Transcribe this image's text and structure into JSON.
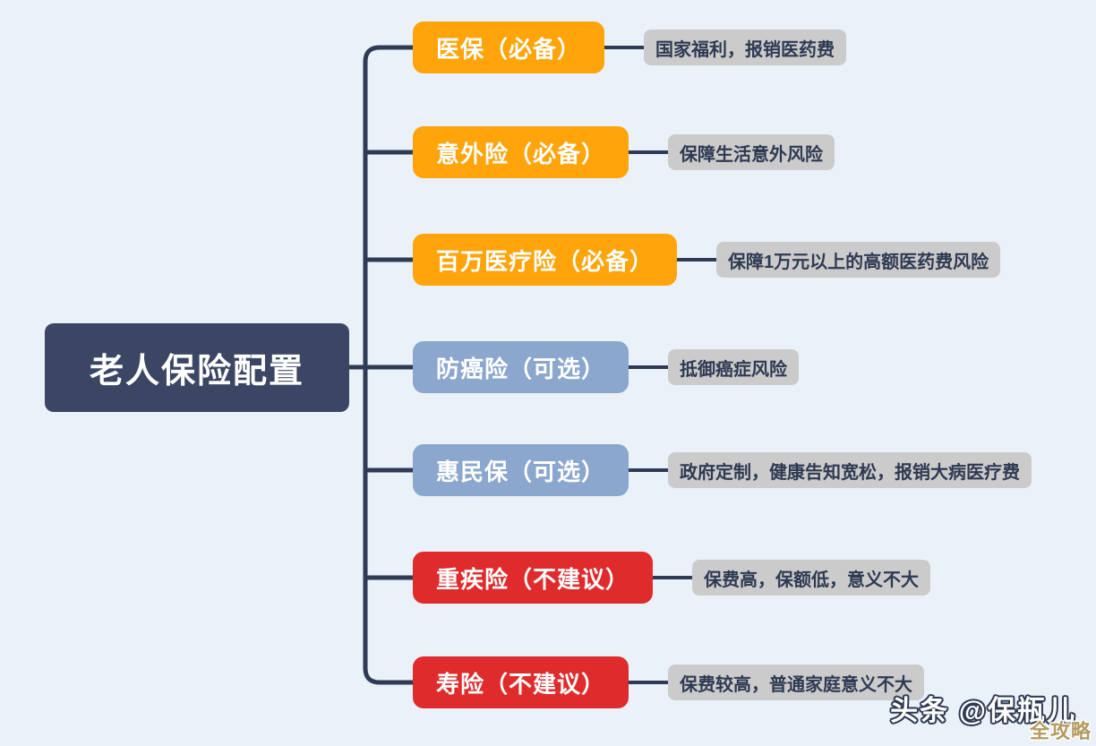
{
  "root": {
    "label": "老人保险配置",
    "bg": "#3A4663",
    "text_color": "#FFFFFF"
  },
  "branches": [
    {
      "label": "医保（必备）",
      "note": "国家福利，报销医药费",
      "category": "必备",
      "color": "#FFA40A"
    },
    {
      "label": "意外险（必备）",
      "note": "保障生活意外风险",
      "category": "必备",
      "color": "#FFA40A"
    },
    {
      "label": "百万医疗险（必备）",
      "note": "保障1万元以上的高额医药费风险",
      "category": "必备",
      "color": "#FFA40A"
    },
    {
      "label": "防癌险（可选）",
      "note": "抵御癌症风险",
      "category": "可选",
      "color": "#8BA7CE"
    },
    {
      "label": "惠民保（可选）",
      "note": "政府定制，健康告知宽松，报销大病医疗费",
      "category": "可选",
      "color": "#8BA7CE"
    },
    {
      "label": "重疾险（不建议）",
      "note": "保费高，保额低，意义不大",
      "category": "不建议",
      "color": "#E02B2C"
    },
    {
      "label": "寿险（不建议）",
      "note": "保费较高，普通家庭意义不大",
      "category": "不建议",
      "color": "#E02B2C"
    }
  ],
  "watermark": {
    "text": "头条 @保瓶儿",
    "badge": "全攻略",
    "badge_color": "#B49A5F"
  },
  "colors": {
    "background": "#EAF1F9",
    "connector": "#2F3B54",
    "leaf_bg": "#CBCBCB",
    "leaf_text": "#2E3A52"
  }
}
